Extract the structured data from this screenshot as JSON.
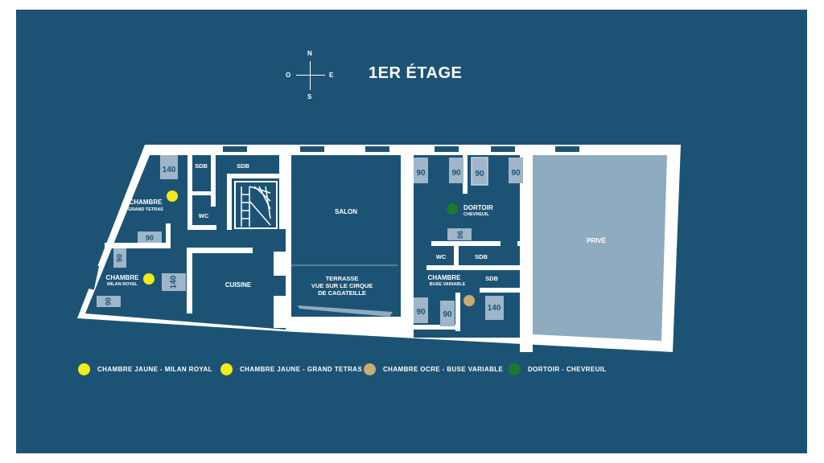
{
  "title": "1ER ÉTAGE",
  "compass": {
    "north": "N",
    "south": "S",
    "east": "E",
    "west": "O"
  },
  "rooms": {
    "chambre_grand_tetras": {
      "line1": "CHAMBRE",
      "line2": "GRAND TETRAS"
    },
    "chambre_milan_royal": {
      "line1": "CHAMBRE",
      "line2": "MILAN ROYAL"
    },
    "sdb_left": "SDB",
    "sdb_stairs": "SDB",
    "wc_left": "WC",
    "cuisine": "CUISINE",
    "salon": "SALON",
    "terrasse": {
      "line1": "TERRASSE",
      "line2": "VUE SUR LE CIRQUE",
      "line3": "DE CAGATEILLE"
    },
    "dortoir": {
      "line1": "DORTOIR",
      "line2": "CHEVREUIL"
    },
    "wc_right": "WC",
    "sdb_right_upper": "SDB",
    "chambre_buse_variable": {
      "line1": "CHAMBRE",
      "line2": "BUSE VARIABLE"
    },
    "sdb_right_lower": "SDB",
    "prive": "PRIVÉ"
  },
  "beds": {
    "grand_tetras_double": "140",
    "grand_tetras_single": "90",
    "milan_single_top": "90",
    "milan_double": "140",
    "milan_single_bottom": "90",
    "dortoir_1": "90",
    "dortoir_2": "90",
    "dortoir_3": "90",
    "dortoir_4": "90",
    "dortoir_5": "90",
    "buse_single_1": "90",
    "buse_single_2": "90",
    "buse_double": "140"
  },
  "legend": [
    {
      "label": "CHAMBRE JAUNE - MILAN ROYAL",
      "color": "#f3ea1a"
    },
    {
      "label": "CHAMBRE JAUNE - GRAND TETRAS",
      "color": "#f3ea1a"
    },
    {
      "label": "CHAMBRE OCRE - BUSE VARIABLE",
      "color": "#c9ad6e"
    },
    {
      "label": "DORTOIR - CHEVREUIL",
      "color": "#1a7a2a"
    }
  ],
  "colors": {
    "background": "#1c5375",
    "walls": "#ffffff",
    "bed": "#9fb5c8",
    "prive_area": "#8eabbf",
    "yellow": "#f3ea1a",
    "ochre": "#c9ad6e",
    "green": "#1a7a2a"
  }
}
